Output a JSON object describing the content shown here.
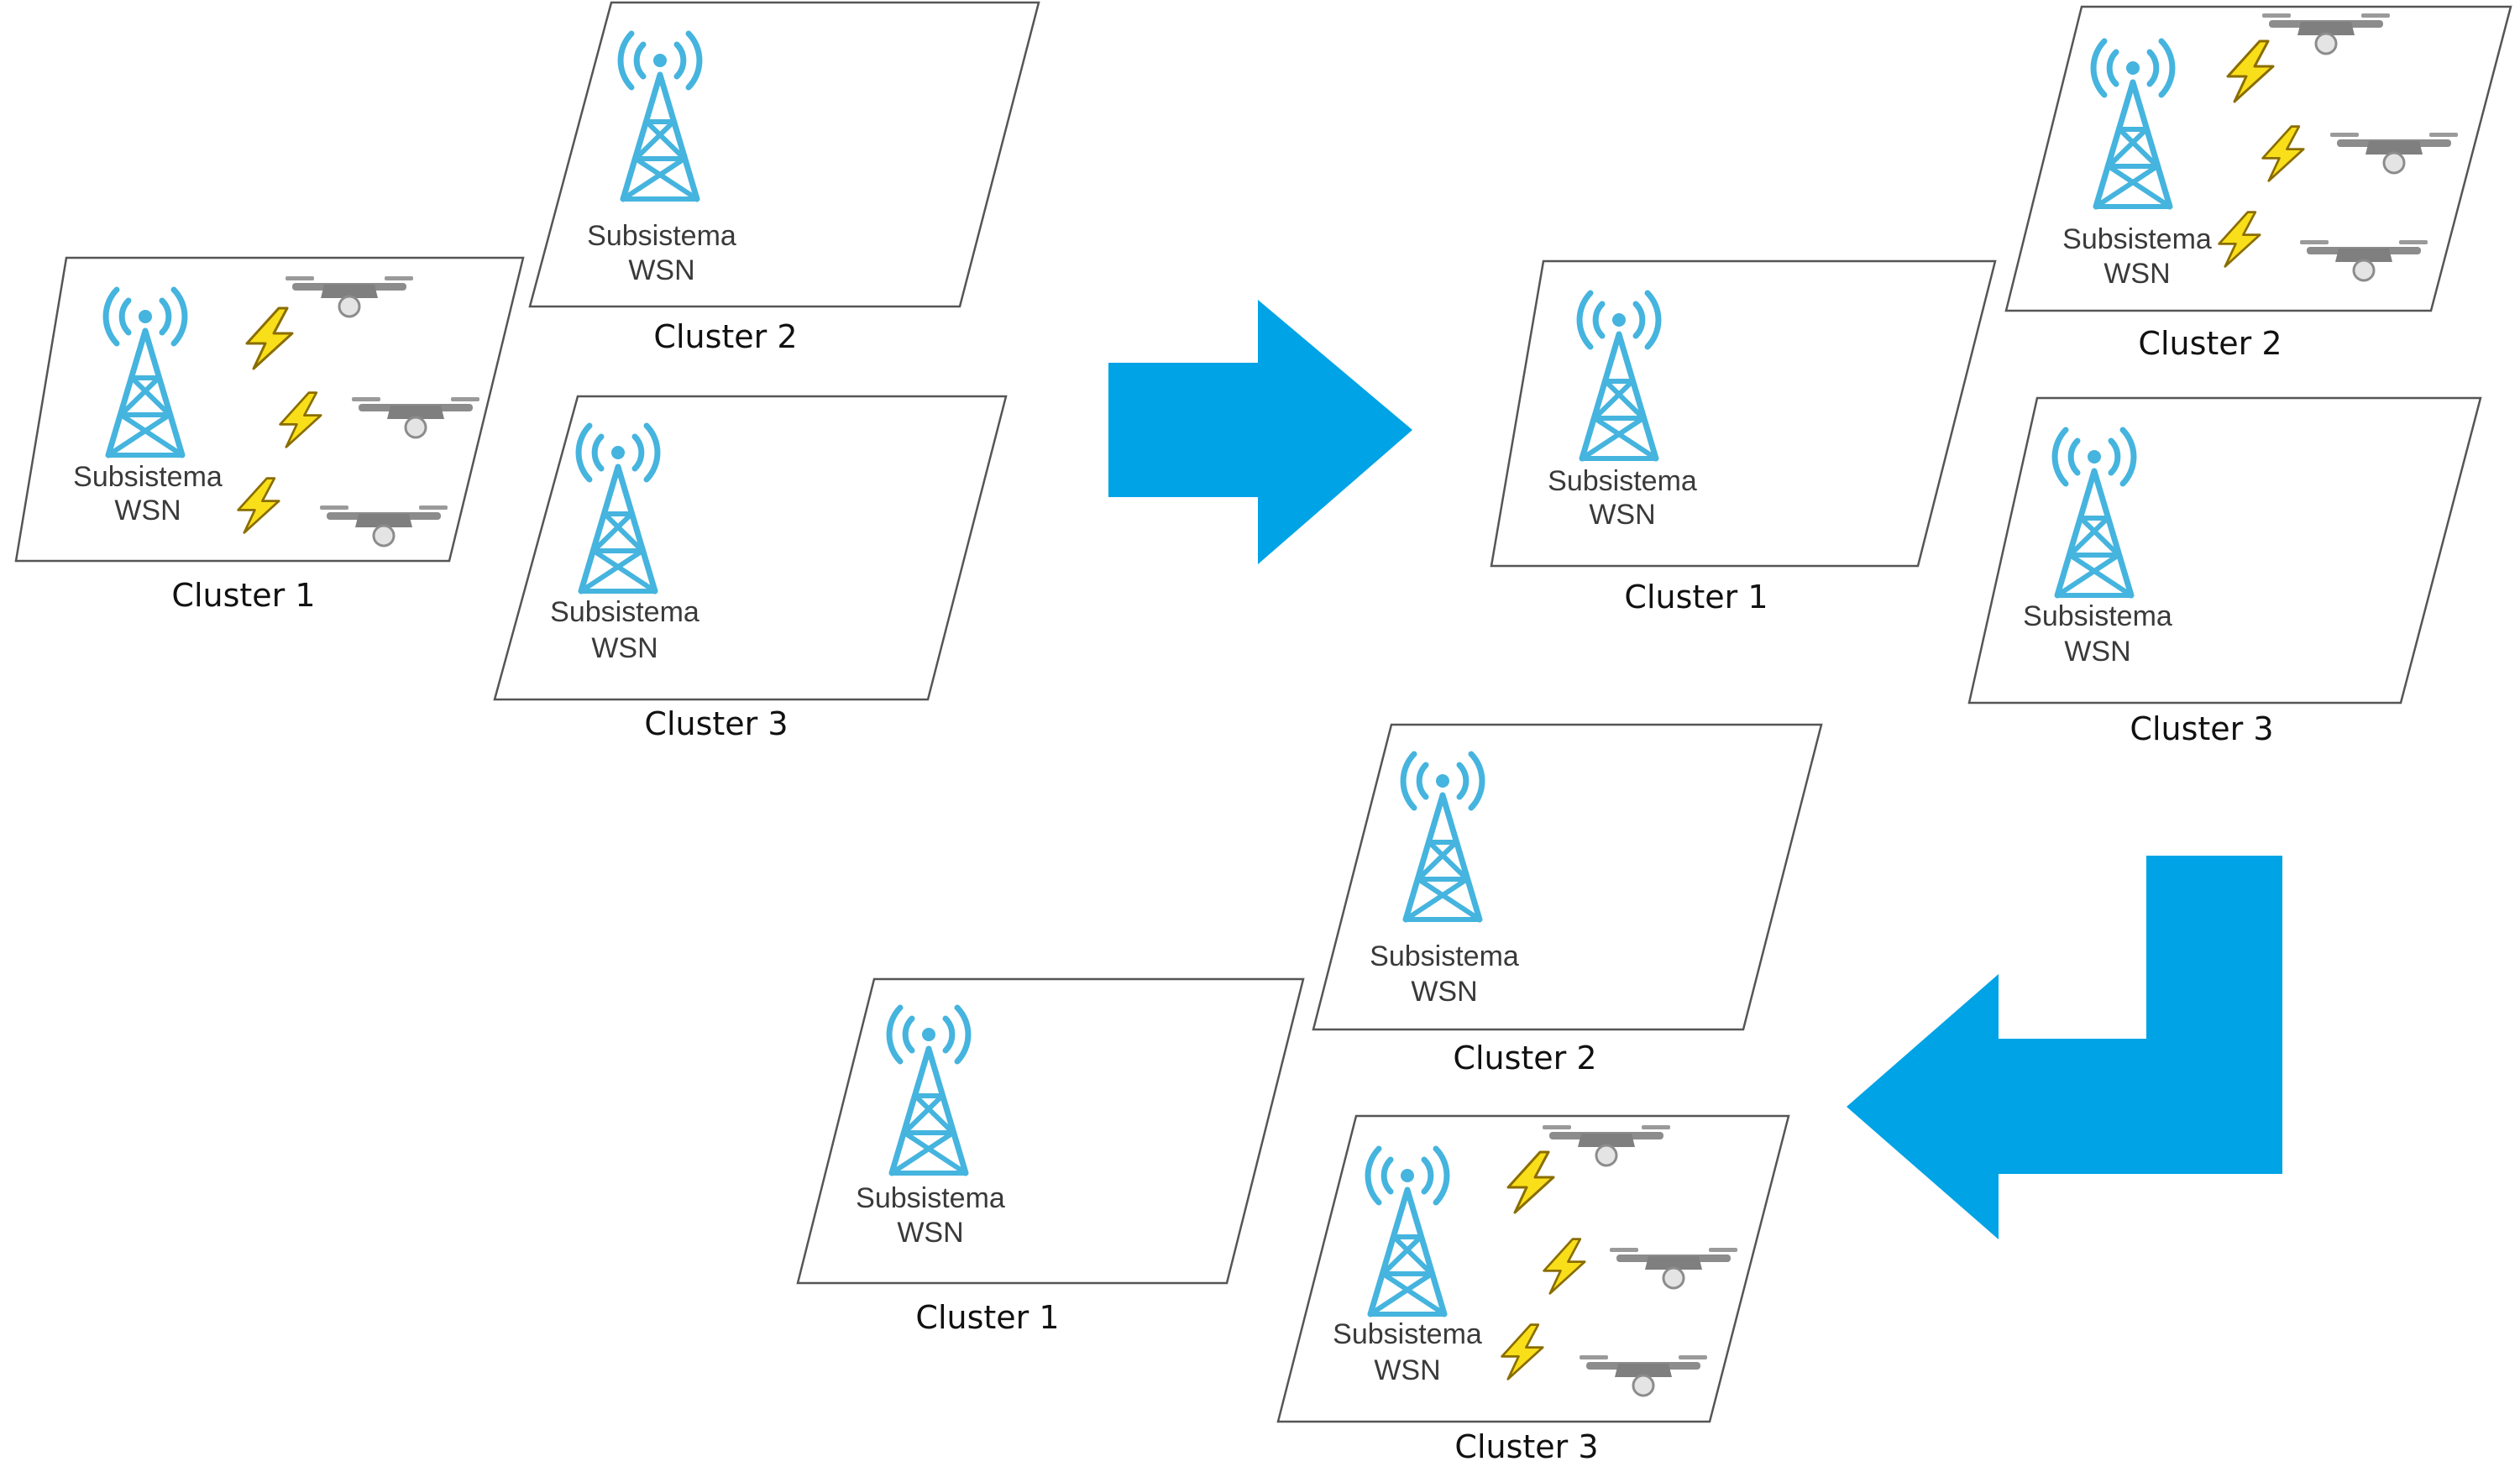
{
  "colors": {
    "arrow": "#00A3E6",
    "tower": "#45B4DE",
    "bolt_fill": "#F9DF1A",
    "bolt_stroke": "#8A6D00",
    "drone": "#8C8C8C",
    "frame": "#555555"
  },
  "tower_label": {
    "line1": "Subsistema",
    "line2": "WSN"
  },
  "cluster_labels": {
    "c1": "Cluster 1",
    "c2": "Cluster 2",
    "c3": "Cluster 3"
  },
  "icons": {
    "tower": "radio-tower-icon",
    "drone": "drone-icon",
    "bolt": "lightning-bolt-icon",
    "arrow": "flow-arrow-icon"
  },
  "stages": [
    {
      "id": "stage-1",
      "drones_in": "Cluster 1"
    },
    {
      "id": "stage-2",
      "drones_in": "Cluster 2"
    },
    {
      "id": "stage-3",
      "drones_in": "Cluster 3"
    }
  ]
}
